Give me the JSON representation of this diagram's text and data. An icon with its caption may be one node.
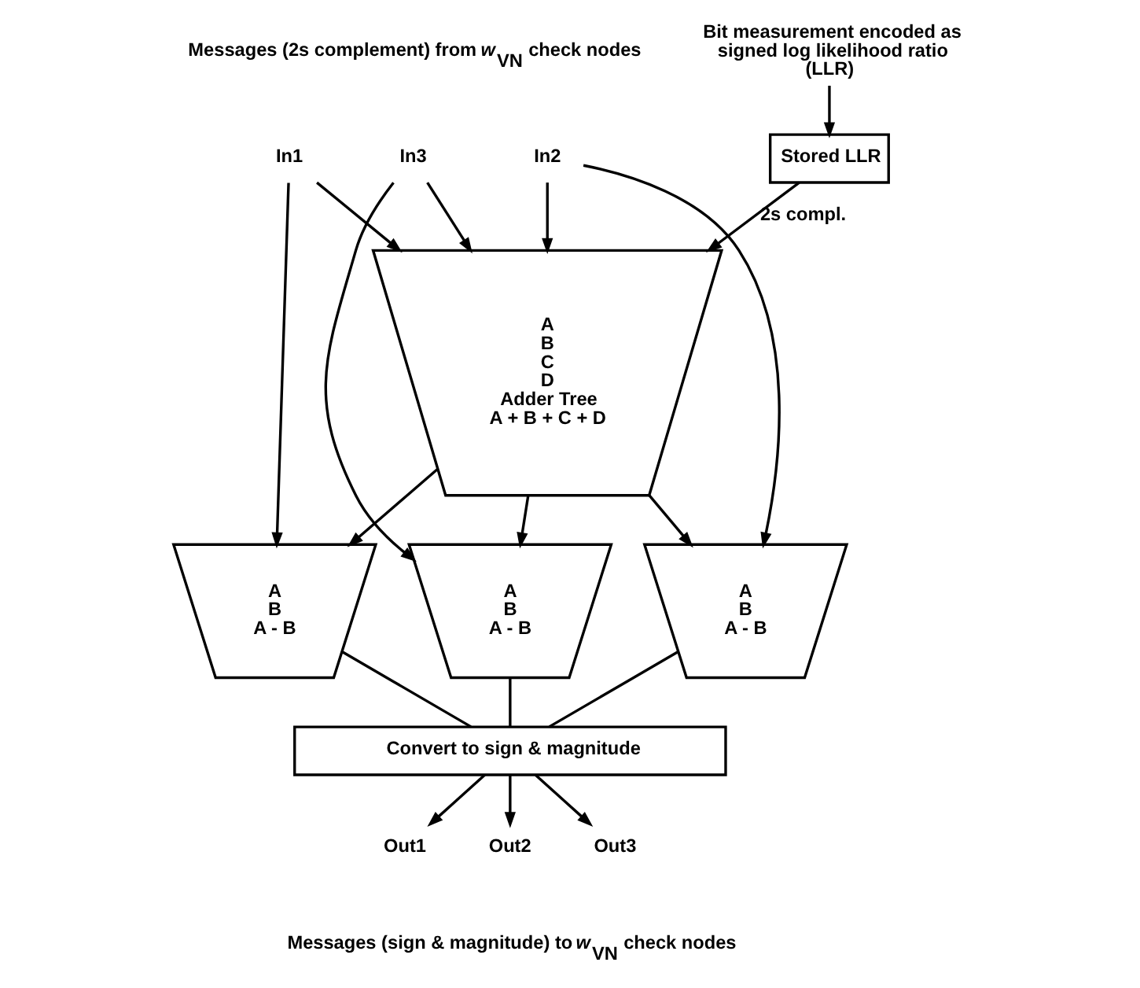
{
  "diagram": {
    "nodes": [
      {
        "text": [
          "Bit measurement encoded as signed log likelihood ratio (LLR)"
        ]
      },
      {
        "text": [
          "Stored LLR"
        ]
      },
      {
        "text": [
          "In1"
        ]
      },
      {
        "text": [
          "In2"
        ]
      },
      {
        "text": [
          "In3"
        ]
      },
      {
        "text": [
          "A",
          "B",
          "C",
          "D",
          "Adder Tree",
          "A + B + C + D"
        ]
      },
      {
        "text": [
          "A",
          "B",
          "A - B"
        ]
      },
      {
        "text": [
          "A",
          "B",
          "A - B"
        ]
      },
      {
        "text": [
          "A",
          "B",
          "A - B"
        ]
      },
      {
        "text": [
          "Convert to sign & magnitude"
        ]
      },
      {
        "text": [
          "Out1"
        ]
      },
      {
        "text": [
          "Out2"
        ]
      },
      {
        "text": [
          "Out3"
        ]
      }
    ],
    "edges": [
      {
        "from": 0,
        "to": 1,
        "arrow": "to"
      },
      {
        "from": 1,
        "to": 5,
        "arrow": "to",
        "label": "2s compl."
      },
      {
        "from": 2,
        "to": 5,
        "arrow": "to"
      },
      {
        "from": 3,
        "to": 5,
        "arrow": "to"
      },
      {
        "from": 4,
        "to": 5,
        "arrow": "to"
      },
      {
        "from": 5,
        "to": 6,
        "arrow": "to"
      },
      {
        "from": 2,
        "to": 6,
        "arrow": "to"
      },
      {
        "from": 5,
        "to": 7,
        "arrow": "to"
      },
      {
        "from": 3,
        "to": 7,
        "arrow": "to"
      },
      {
        "from": 5,
        "to": 8,
        "arrow": "to"
      },
      {
        "from": 4,
        "to": 8,
        "arrow": "to"
      },
      {
        "from": 6,
        "to": 9,
        "arrow": "none"
      },
      {
        "from": 7,
        "to": 9,
        "arrow": "none"
      },
      {
        "from": 8,
        "to": 9,
        "arrow": "none"
      },
      {
        "from": 9,
        "to": 10,
        "arrow": "to"
      },
      {
        "from": 9,
        "to": 11,
        "arrow": "to"
      },
      {
        "from": 9,
        "to": 12,
        "arrow": "to"
      }
    ],
    "labels": [
      "Messages (2s complement) from *w*$_{VN}$ check nodes",
      "Messages (sign & magnitude) to *w*$_{VN}$ check nodes"
    ]
  }
}
